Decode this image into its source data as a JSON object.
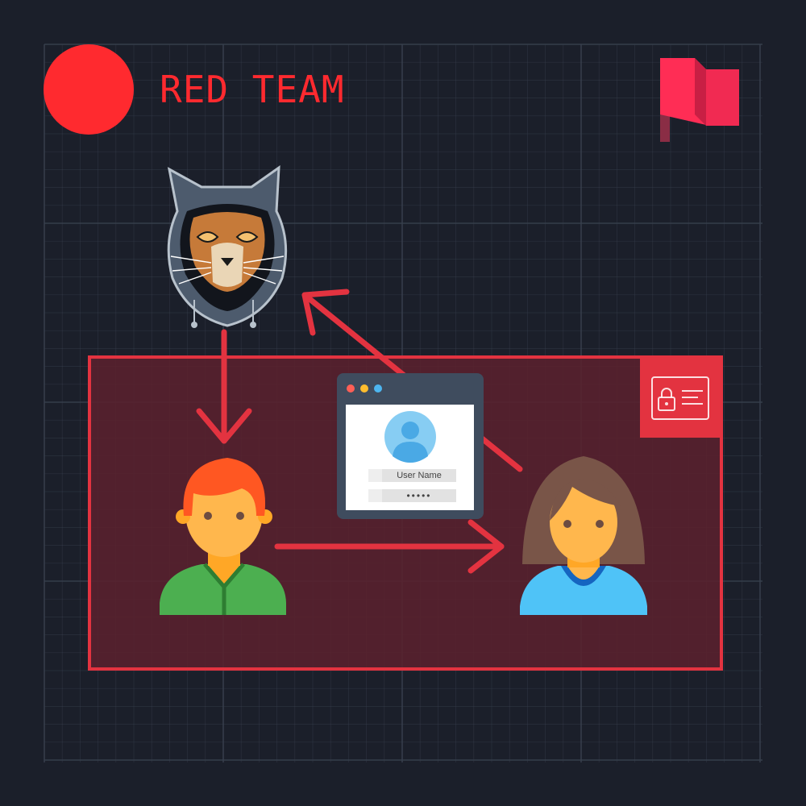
{
  "header": {
    "title": "RED TEAM",
    "status_dot_color": "#ff2a2f",
    "flag_icon": "flag-icon"
  },
  "colors": {
    "background": "#1b1f2a",
    "grid": "#39404e",
    "accent_red": "#e33340",
    "zone_fill": "#5a212d"
  },
  "nodes": {
    "attacker": {
      "icon": "hooded-cat-hacker-icon"
    },
    "victim_a": {
      "icon": "man-avatar-icon"
    },
    "victim_b": {
      "icon": "woman-avatar-icon"
    },
    "login_window": {
      "icon": "browser-login-window-icon",
      "username_label": "User Name",
      "password_mask": "•••••"
    },
    "badge": {
      "icon": "id-card-lock-icon"
    }
  },
  "edges": [
    {
      "from": "attacker",
      "to": "man"
    },
    {
      "from": "man",
      "to": "woman"
    },
    {
      "from": "woman",
      "to": "attacker"
    }
  ]
}
